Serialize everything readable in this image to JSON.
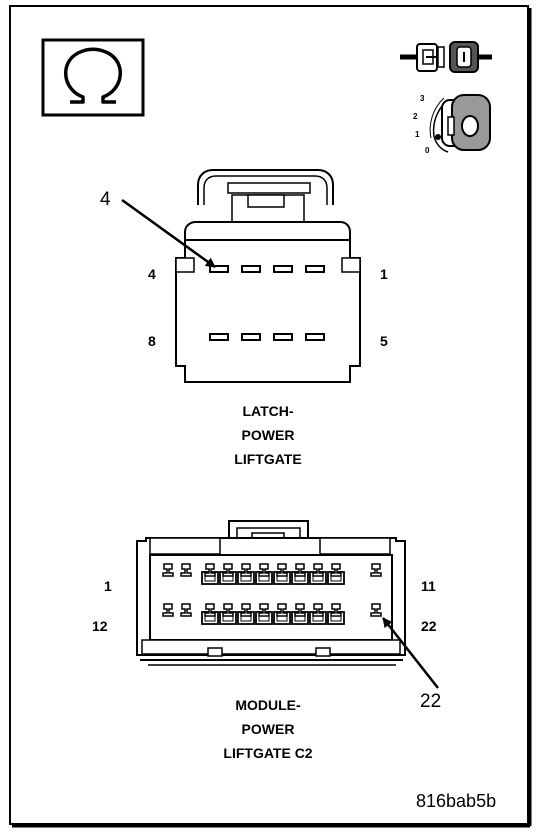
{
  "icons": {
    "ohms_symbol": "ohm-icon",
    "connector_pair": "connector-pair-icon",
    "ignition_key": "ignition-key-icon",
    "key_positions": [
      "3",
      "2",
      "1",
      "0"
    ]
  },
  "latch_connector": {
    "callout_pin": "4",
    "pin_labels": {
      "top_left": "4",
      "top_right": "1",
      "bottom_left": "8",
      "bottom_right": "5"
    },
    "caption": [
      "LATCH-",
      "POWER",
      "LIFTGATE"
    ]
  },
  "module_connector": {
    "callout_pin": "22",
    "pin_labels": {
      "top_left": "1",
      "top_right": "11",
      "bottom_left": "12",
      "bottom_right": "22"
    },
    "caption": [
      "MODULE-",
      "POWER",
      "LIFTGATE C2"
    ]
  },
  "figure_code": "816bab5b"
}
